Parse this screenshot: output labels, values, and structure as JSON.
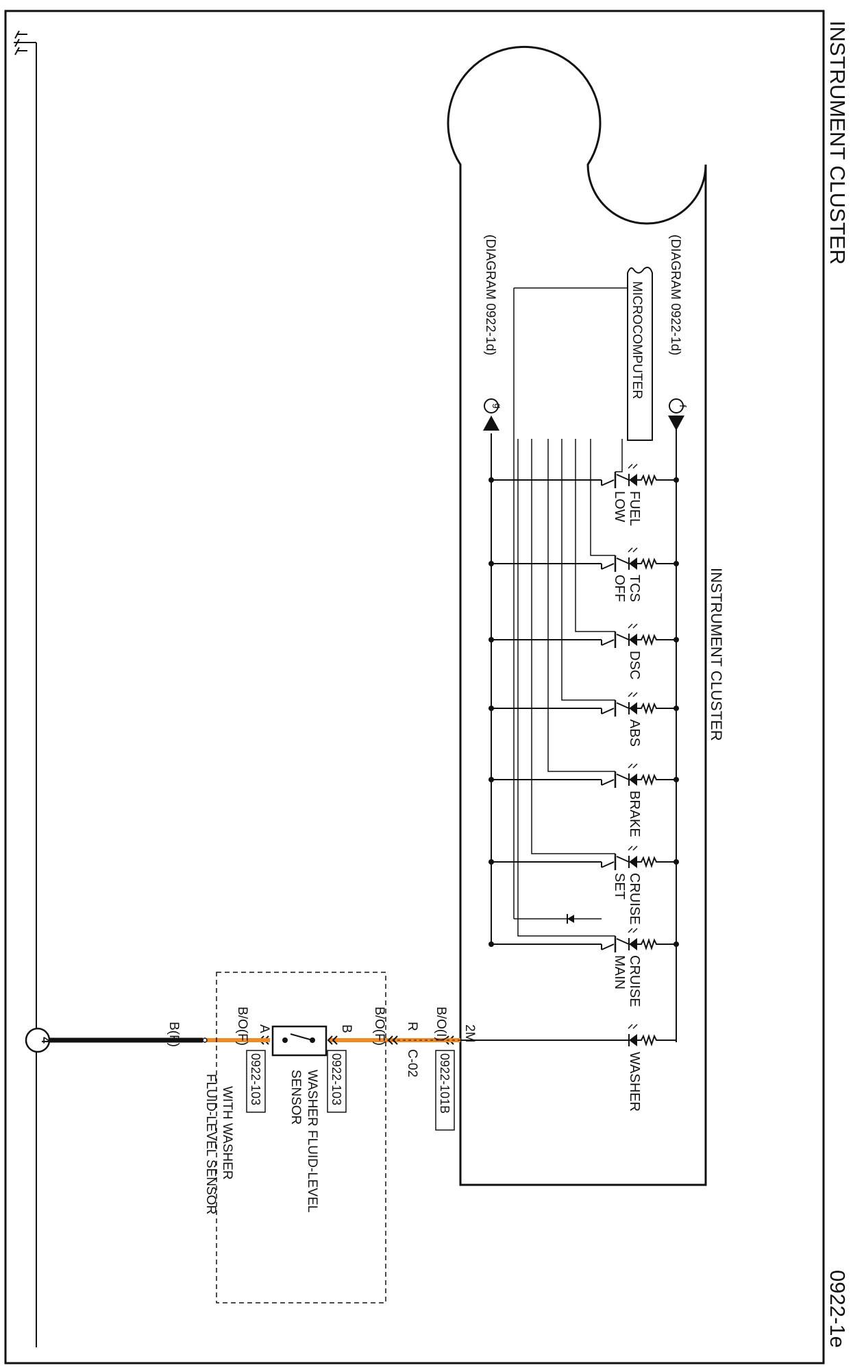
{
  "page": {
    "title": "INSTRUMENT CLUSTER",
    "diagram_id": "0922-1e"
  },
  "cluster": {
    "label": "INSTRUMENT CLUSTER",
    "microcomputer_label": "MICROCOMPUTER",
    "ref_f_text": "(DIAGRAM 0922-1d)",
    "ref_f_letter": "f",
    "ref_g_text": "(DIAGRAM 0922-1d)",
    "ref_g_letter": "g"
  },
  "lamps": [
    {
      "name": "fuel-low",
      "line1": "FUEL",
      "line2": "LOW"
    },
    {
      "name": "tcs-off",
      "line1": "TCS",
      "line2": "OFF"
    },
    {
      "name": "dsc",
      "line1": "DSC",
      "line2": ""
    },
    {
      "name": "abs",
      "line1": "ABS",
      "line2": ""
    },
    {
      "name": "brake",
      "line1": "BRAKE",
      "line2": ""
    },
    {
      "name": "cruise-set",
      "line1": "CRUISE",
      "line2": "SET"
    },
    {
      "name": "cruise-main",
      "line1": "CRUISE",
      "line2": "MAIN"
    }
  ],
  "washer": {
    "lamp_label": "WASHER",
    "pin": "2M",
    "wire_cluster": "B/O(I)",
    "connector_cluster": "0922-101B",
    "wire_r": "R",
    "connector_c": "C-02",
    "wire_bof_upper": "B/O(F)",
    "pin_b": "B",
    "pin_a": "A",
    "connector_sensor_b": "0922-103",
    "connector_sensor_a": "0922-103",
    "sensor_line1": "WASHER FLUID-LEVEL",
    "sensor_line2": "SENSOR",
    "wire_bof_lower": "B/O(F)",
    "wire_bf": "B(F)",
    "option_line1": "WITH WASHER",
    "option_line2": "FLUID-LEVEL SENSOR",
    "ground_number": "4"
  },
  "colors": {
    "wire_orange": "#f08a24",
    "line": "#111111"
  }
}
